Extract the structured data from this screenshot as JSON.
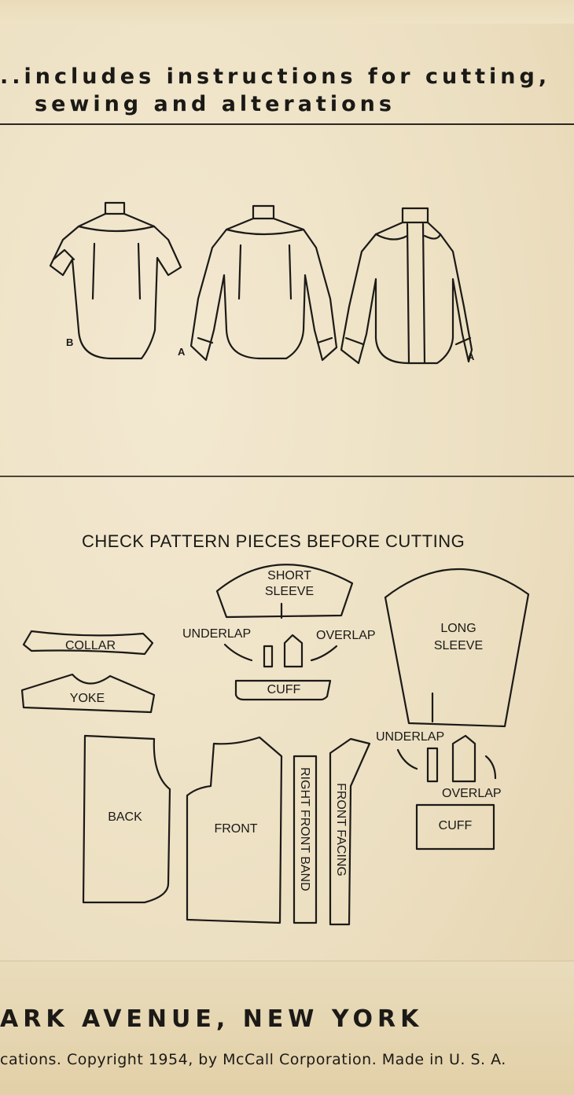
{
  "header": {
    "line1": "..includes instructions for cutting,",
    "line2": "sewing and alterations"
  },
  "illustration": {
    "view_labels": [
      "B",
      "A",
      "A"
    ]
  },
  "pattern_check": {
    "title": "CHECK PATTERN PIECES BEFORE CUTTING",
    "pieces": {
      "short_sleeve": [
        "SHORT",
        "SLEEVE"
      ],
      "long_sleeve": [
        "LONG",
        "SLEEVE"
      ],
      "collar": "COLLAR",
      "yoke": "YOKE",
      "cuff_short": "CUFF",
      "cuff_long": "CUFF",
      "underlap_short": "UNDERLAP",
      "overlap_short": "OVERLAP",
      "underlap_long": "UNDERLAP",
      "overlap_long": "OVERLAP",
      "back": "BACK",
      "front": "FRONT",
      "right_front_band": "RIGHT FRONT BAND",
      "front_facing": "FRONT FACING"
    }
  },
  "footer": {
    "address": "ARK AVENUE, NEW YORK",
    "copyright": "cations. Copyright 1954, by McCall Corporation. Made in U. S. A."
  }
}
